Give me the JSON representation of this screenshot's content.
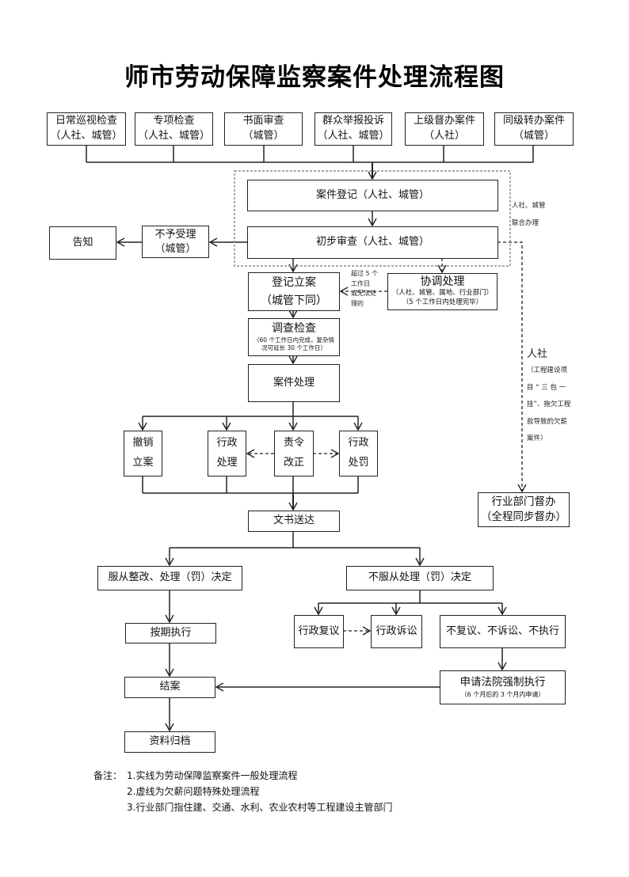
{
  "title": "师市劳动保障监察案件处理流程图",
  "sources": [
    {
      "line1": "日常巡视检查",
      "line2": "（人社、城管）"
    },
    {
      "line1": "专项检查",
      "line2": "（人社、城管）"
    },
    {
      "line1": "书面审查",
      "line2": "（城管）"
    },
    {
      "line1": "群众举报投诉",
      "line2": "（人社、城管）"
    },
    {
      "line1": "上级督办案件",
      "line2": "（人社）"
    },
    {
      "line1": "同级转办案件",
      "line2": "（城管）"
    }
  ],
  "joint_zone": {
    "label_line1": "人社、城管",
    "label_line2": "联合办理"
  },
  "nodes": {
    "case_register": "案件登记（人社、城管）",
    "initial_review": "初步审查（人社、城管）",
    "not_accepted": {
      "line1": "不予受理",
      "line2": "（城管）"
    },
    "notify": "告知",
    "file_case": {
      "line1": "登记立案",
      "line2": "（城管下同）"
    },
    "coordinate": {
      "line1": "协调处理",
      "line2": "（人社、城管、属地、行业部门）",
      "line3": "（5 个工作日内处理完毕）"
    },
    "investigate": {
      "line1": "调查检查",
      "line2": "（60 个工作日内完成，复杂情",
      "line3": "况可延长 30 个工作日）"
    },
    "case_handling": "案件处理",
    "revoke": {
      "line1": "撤销",
      "line2": "立案"
    },
    "admin_handling": {
      "line1": "行政",
      "line2": "处理"
    },
    "order_correct": {
      "line1": "责令",
      "line2": "改正"
    },
    "admin_penalty": {
      "line1": "行政",
      "line2": "处罚"
    },
    "deliver_docs": "文书送达",
    "comply": "服从整改、处理（罚）决定",
    "not_comply": "不服从处理（罚）决定",
    "execute_on_time": "按期执行",
    "admin_review": "行政复议",
    "admin_litigation": "行政诉讼",
    "no_action": "不复议、不诉讼、不执行",
    "court_enforce": {
      "line1": "申请法院强制执行",
      "line2": "（6 个月后的 3 个月内申请）"
    },
    "close_case": "结案",
    "archive": "资料归档",
    "industry_supervise": {
      "line1": "行业部门督办",
      "line2": "（全程同步督办）"
    }
  },
  "edge_labels": {
    "escalate": [
      "超过 5 个",
      "工作日",
      "或无法处",
      "理的"
    ],
    "wage_branch": {
      "title": "人社",
      "lines": [
        "（工程建设项",
        "目 “ 三 包 一",
        "挂”、拖欠工程",
        "款导致的欠薪",
        "案件）"
      ]
    }
  },
  "notes": {
    "prefix": "备注：",
    "items": [
      "1.实线为劳动保障监察案件一般处理流程",
      "2.虚线为欠薪问题特殊处理流程",
      "3.行业部门指住建、交通、水利、农业农村等工程建设主管部门"
    ]
  }
}
